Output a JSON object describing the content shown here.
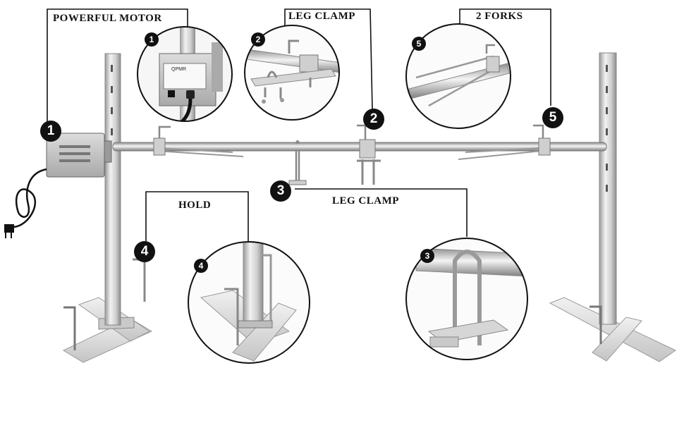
{
  "labels": {
    "motor": "POWERFUL MOTOR",
    "leg_clamp_top": "LEG CLAMP",
    "forks": "2 FORKS",
    "hold": "HOLD",
    "leg_clamp_mid": "LEG CLAMP"
  },
  "badges": {
    "b1": "1",
    "b2": "2",
    "b3": "3",
    "b4": "4",
    "b5": "5"
  },
  "motor_brand": "QPMR",
  "colors": {
    "steel_light": "#e6e6e6",
    "steel_mid": "#bdbdbd",
    "steel_dark": "#8a8a8a",
    "outline": "#111111",
    "badge": "#111111"
  }
}
